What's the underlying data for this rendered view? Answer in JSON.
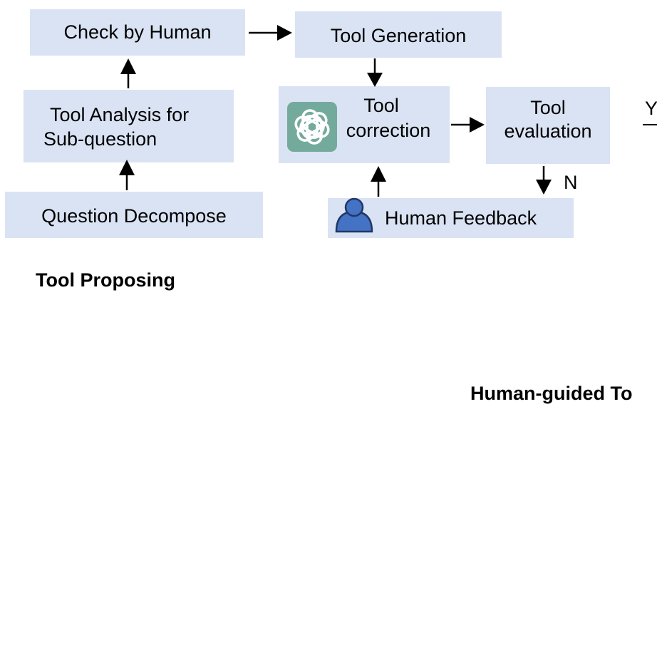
{
  "colors": {
    "box_fill": "#dae3f3",
    "arrow": "#000000",
    "gpt_logo_bg": "#74aa9c",
    "person_icon": "#4472c4",
    "person_outline": "#203864"
  },
  "nodes": {
    "check_by_human": "Check by Human",
    "tool_generation": "Tool Generation",
    "tool_analysis_line1": "Tool Analysis for",
    "tool_analysis_line2": "Sub-question",
    "tool_correction_line1": "Tool",
    "tool_correction_line2": "correction",
    "tool_evaluation_line1": "Tool",
    "tool_evaluation_line2": "evaluation",
    "question_decompose": "Question Decompose",
    "human_feedback": "Human Feedback"
  },
  "edge_labels": {
    "no": "N",
    "yes": "Y"
  },
  "sections": {
    "tool_proposing": "Tool Proposing",
    "human_guided": "Human-guided To"
  },
  "icons": {
    "chatgpt": "openai-logo-icon",
    "person": "person-icon"
  }
}
